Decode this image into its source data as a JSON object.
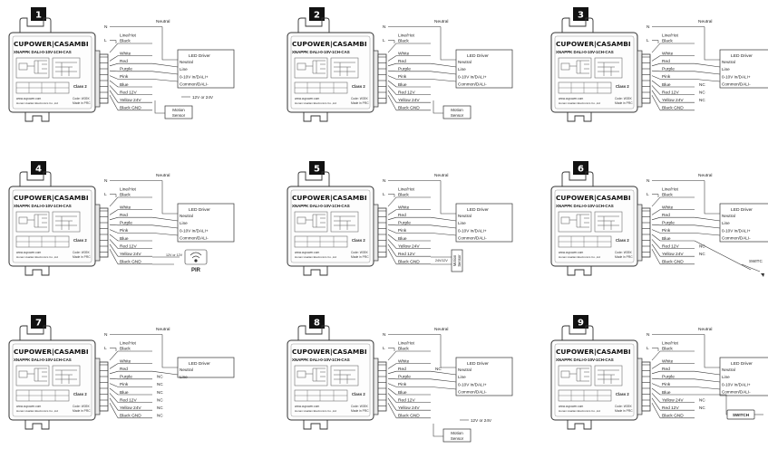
{
  "brand": {
    "name": "CUPOWER|CASAMBI",
    "model": "XNAPPK DALI-0-10V-1CH-CAS",
    "class_label": "Class 2",
    "website": "www.cupower.com",
    "company": "Hunan Hualian Electronics Co.,Ltd",
    "code": "Code: W39X",
    "made_in": "Made in PRC"
  },
  "common": {
    "n": "N",
    "l": "L",
    "neutral": "Neutral"
  },
  "panels": [
    {
      "number": "1",
      "wires": [
        "Line/Hot Black",
        "White",
        "Red",
        "Purple",
        "Pink",
        "Blue",
        "Red 12V",
        "Yellow 24V",
        "Black GND"
      ],
      "nc": [
        "",
        "",
        "",
        "",
        "",
        "",
        "",
        "",
        ""
      ],
      "driver_title": "LED Driver",
      "driver_lines": [
        "Neutral",
        "Line",
        "0-10V In/DALI+",
        "Common/DALI-"
      ],
      "sensor": "motion",
      "sensor_label": "Motion Sensor",
      "voltage_label": "12V or 24V",
      "vertical_label": ""
    },
    {
      "number": "2",
      "wires": [
        "Line/Hot Black",
        "White",
        "Red",
        "Purple",
        "Pink",
        "Blue",
        "Red 12V",
        "Yellow 24V",
        "Black GND"
      ],
      "nc": [
        "",
        "",
        "",
        "",
        "",
        "",
        "",
        "",
        ""
      ],
      "driver_title": "LED Driver",
      "driver_lines": [
        "Neutral",
        "Line",
        "0-10V In/DALI+",
        "Common/DALI-"
      ],
      "sensor": "motion",
      "sensor_label": "Motion Sensor",
      "voltage_label": "",
      "vertical_label": ""
    },
    {
      "number": "3",
      "wires": [
        "Line/Hot Black",
        "White",
        "Red",
        "Purple",
        "Pink",
        "Blue",
        "Red 12V",
        "Yellow 24V",
        "Black GND"
      ],
      "nc": [
        "",
        "",
        "",
        "",
        "",
        "NC",
        "NC",
        "NC",
        ""
      ],
      "driver_title": "LED Driver",
      "driver_lines": [
        "Neutral",
        "Line",
        "0-10V In/DALI+",
        "Common/DALI-"
      ],
      "sensor": "none",
      "sensor_label": "",
      "voltage_label": "",
      "vertical_label": ""
    },
    {
      "number": "4",
      "wires": [
        "Line/Hot Black",
        "White",
        "Red",
        "Purple",
        "Pink",
        "Blue",
        "Red 12V",
        "Yellow 24V",
        "Black GND"
      ],
      "nc": [
        "",
        "",
        "",
        "",
        "",
        "",
        "",
        "",
        ""
      ],
      "driver_title": "LED Driver",
      "driver_lines": [
        "Neutral",
        "Line",
        "0-10V In/DALI+",
        "Common/DALI-"
      ],
      "sensor": "pir",
      "sensor_label": "PIR",
      "voltage_label": "12V or 12V",
      "vertical_label": ""
    },
    {
      "number": "5",
      "wires": [
        "Line/Hot Black",
        "White",
        "Red",
        "Purple",
        "Pink",
        "Blue",
        "Yellow 24V",
        "Red 12V",
        "Black GND"
      ],
      "nc": [
        "",
        "",
        "",
        "",
        "",
        "",
        "",
        "",
        ""
      ],
      "driver_title": "LED Driver",
      "driver_lines": [
        "Neutral",
        "Line",
        "0-10V In/DALI+",
        "Common/DALI-"
      ],
      "sensor": "vertical",
      "sensor_label": "Motion Sensor",
      "voltage_label": "",
      "vertical_label": "24V/12V"
    },
    {
      "number": "6",
      "wires": [
        "Line/Hot Black",
        "White",
        "Red",
        "Purple",
        "Pink",
        "Blue",
        "Red 12V",
        "Yellow 24V",
        "Black GND"
      ],
      "nc": [
        "",
        "",
        "",
        "",
        "",
        "",
        "NC",
        "NC",
        ""
      ],
      "driver_title": "LED Driver",
      "driver_lines": [
        "Neutral",
        "Line",
        "0-10V In/DALI+",
        "Common/DALI-"
      ],
      "sensor": "switch_arrow",
      "sensor_label": "SWITC",
      "voltage_label": "",
      "vertical_label": ""
    },
    {
      "number": "7",
      "wires": [
        "Line/Hot Black",
        "White",
        "Red",
        "Purple",
        "Pink",
        "Blue",
        "Red 12V",
        "Yellow 24V",
        "Black GND"
      ],
      "nc": [
        "",
        "",
        "",
        "NC",
        "NC",
        "NC",
        "NC",
        "NC",
        "NC"
      ],
      "driver_title": "LED Driver",
      "driver_lines": [
        "Neutral",
        "Line"
      ],
      "sensor": "none",
      "sensor_label": "",
      "voltage_label": "",
      "vertical_label": ""
    },
    {
      "number": "8",
      "wires": [
        "Line/Hot Black",
        "White",
        "Red",
        "Purple",
        "Pink",
        "Blue",
        "Red 12V",
        "Yellow 24V",
        "Black GND"
      ],
      "nc": [
        "",
        "",
        "NC",
        "",
        "",
        "",
        "",
        "",
        ""
      ],
      "driver_title": "LED Driver",
      "driver_lines": [
        "Neutral",
        "Line",
        "0-10V In/DALI+",
        "Common/DALI-"
      ],
      "sensor": "motion",
      "sensor_label": "Motion Sensor",
      "voltage_label": "12V or 24V",
      "vertical_label": ""
    },
    {
      "number": "9",
      "wires": [
        "Line/Hot Black",
        "White",
        "Red",
        "Purple",
        "Pink",
        "Blue",
        "Yellow 24V",
        "Red 12V",
        "Black GND"
      ],
      "nc": [
        "",
        "",
        "",
        "",
        "",
        "",
        "NC",
        "NC",
        ""
      ],
      "driver_title": "LED Driver",
      "driver_lines": [
        "Neutral",
        "Line",
        "0-10V In/DALI+",
        "Common/DALI-"
      ],
      "sensor": "switch",
      "sensor_label": "SWITCH",
      "voltage_label": "",
      "vertical_label": ""
    }
  ]
}
